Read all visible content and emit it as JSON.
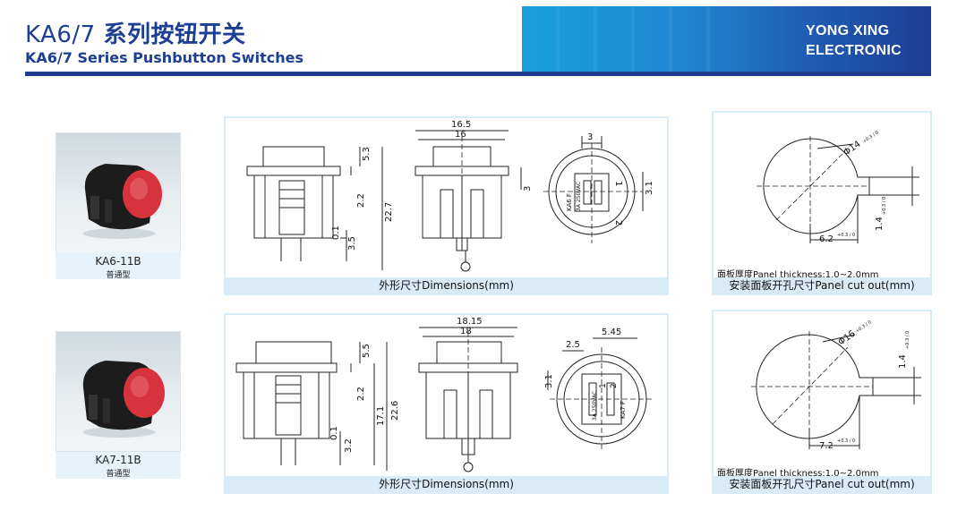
{
  "header": {
    "title_model": "KA6/7",
    "title_cn": "系列按钮开关",
    "subtitle": "KA6/7 Series Pushbutton Switches",
    "brand_line1": "YONG XING",
    "brand_line2": "ELECTRONIC",
    "colors": {
      "title": "#1d3f93",
      "banner_start": "#1aa0de",
      "banner_end": "#1d3f93"
    }
  },
  "rows": [
    {
      "model": "KA6-11B",
      "type": "普通型",
      "caption_dims": "外形尺寸Dimensions(mm)",
      "dims": {
        "width_outer": "16.5",
        "width_inner": "16",
        "cap_h": "5.3",
        "stroke": "2.2",
        "total_h": "22.7",
        "gap": "0.1",
        "pin": "3.5",
        "side_w": "3",
        "right_w": "3",
        "pin_h": "3.1",
        "marking1": "KA6 F",
        "marking2": "3A 250VAC",
        "pin1": "1",
        "pin2": "2"
      },
      "cutout": {
        "diameter": "Φ14",
        "tol_d": "+0.3 / 0",
        "flat": "6.2",
        "tol_flat": "+0.3 / 0",
        "slot": "1.4",
        "tol_slot": "+0.3 / 0",
        "thickness": "面板厚度Panel thickness:1.0~2.0mm",
        "caption": "安装面板开孔尺寸Panel cut out(mm)"
      }
    },
    {
      "model": "KA7-11B",
      "type": "普通型",
      "caption_dims": "外形尺寸Dimensions(mm)",
      "dims": {
        "width_outer": "18.15",
        "width_inner": "18",
        "cap_h": "5.5",
        "stroke": "2.2",
        "body_h": "17.1",
        "total_h": "22.6",
        "gap": "0.1",
        "pin": "3.2",
        "side_w": "2.5",
        "right_w": "5.45",
        "pin_h": "3.1",
        "marking1": "KA7 F",
        "marking2": "3A 250VAC",
        "pin1": "1",
        "pin2": "2"
      },
      "cutout": {
        "diameter": "Φ16",
        "tol_d": "+0.3 / 0",
        "flat": "7.2",
        "tol_flat": "+0.3 / 0",
        "slot": "1.4",
        "tol_slot": "+0.3 / 0",
        "thickness": "面板厚度Panel thickness:1.0~2.0mm",
        "caption": "安装面板开孔尺寸Panel cut out(mm)"
      }
    }
  ]
}
